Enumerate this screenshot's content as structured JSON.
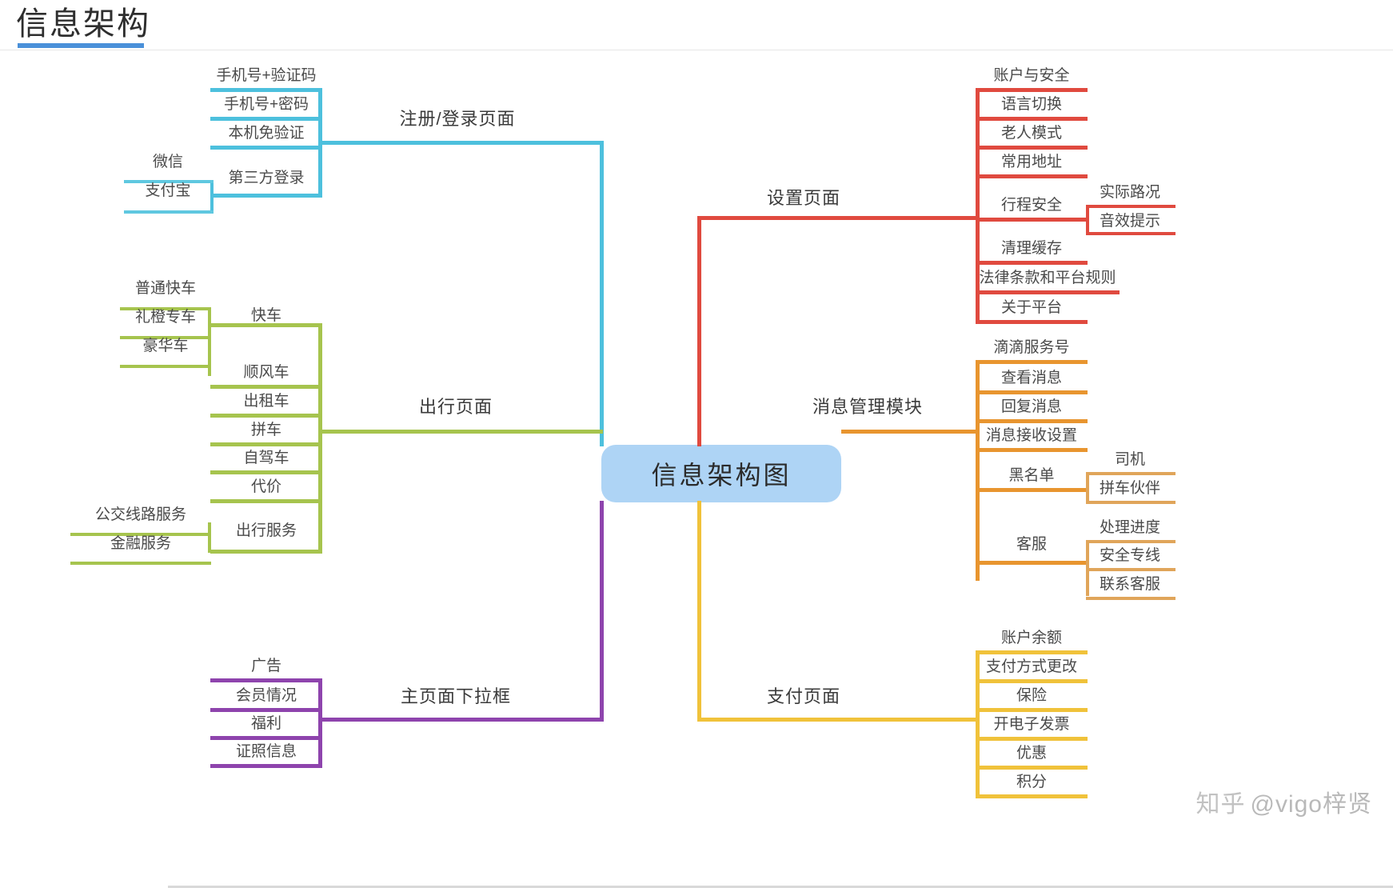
{
  "header": {
    "title": "信息架构",
    "underline_color": "#4a90d9"
  },
  "center": {
    "label": "信息架构图",
    "fill": "#aed4f5"
  },
  "watermark": {
    "prefix": "知乎",
    "handle": "@vigo梓贤"
  },
  "branches": [
    {
      "id": "register-login",
      "label": "注册/登录页面",
      "color": "#4dc0dd",
      "children": [
        {
          "label": "手机号+验证码",
          "children": []
        },
        {
          "label": "手机号+密码",
          "children": []
        },
        {
          "label": "本机免验证",
          "children": []
        },
        {
          "label": "第三方登录",
          "children": [
            {
              "label": "微信"
            },
            {
              "label": "支付宝"
            }
          ]
        }
      ]
    },
    {
      "id": "travel",
      "label": "出行页面",
      "color": "#a6c council",
      "children": []
    },
    {
      "id": "home-dropdown",
      "label": "主页面下拉框",
      "color": "#8e44ad",
      "children": [
        {
          "label": "广告"
        },
        {
          "label": "会员情况"
        },
        {
          "label": "福利"
        },
        {
          "label": "证照信息"
        }
      ]
    },
    {
      "id": "settings",
      "label": "设置页面",
      "color": "#e04a3f",
      "children": [
        {
          "label": "账户与安全"
        },
        {
          "label": "语言切换"
        },
        {
          "label": "老人模式"
        },
        {
          "label": "常用地址"
        },
        {
          "label": "行程安全",
          "children": [
            {
              "label": "实际路况"
            },
            {
              "label": "音效提示"
            }
          ]
        },
        {
          "label": "清理缓存"
        },
        {
          "label": "法律条款和平台规则"
        },
        {
          "label": "关于平台"
        }
      ]
    },
    {
      "id": "message",
      "label": "消息管理模块",
      "color": "#e8952f",
      "children": [
        {
          "label": "滴滴服务号"
        },
        {
          "label": "查看消息"
        },
        {
          "label": "回复消息"
        },
        {
          "label": "消息接收设置"
        },
        {
          "label": "黑名单",
          "children": [
            {
              "label": "司机"
            },
            {
              "label": "拼车伙伴"
            }
          ]
        },
        {
          "label": "客服",
          "children": [
            {
              "label": "处理进度"
            },
            {
              "label": "安全专线"
            },
            {
              "label": "联系客服"
            }
          ]
        }
      ]
    },
    {
      "id": "payment",
      "label": "支付页面",
      "color": "#f0c23a",
      "children": [
        {
          "label": "账户余额"
        },
        {
          "label": "支付方式更改"
        },
        {
          "label": "保险"
        },
        {
          "label": "开电子发票"
        },
        {
          "label": "优惠"
        },
        {
          "label": "积分"
        }
      ]
    }
  ],
  "travel_branch": {
    "label": "出行页面",
    "color": "#a8c martial",
    "items": [
      {
        "label": "快车",
        "children": [
          {
            "label": "普通快车"
          },
          {
            "label": "礼橙专车"
          },
          {
            "label": "豪华车"
          }
        ]
      },
      {
        "label": "顺风车"
      },
      {
        "label": "出租车"
      },
      {
        "label": "拼车"
      },
      {
        "label": "自驾车"
      },
      {
        "label": "代价"
      },
      {
        "label": "出行服务",
        "children": [
          {
            "label": "公交线路服务"
          },
          {
            "label": "金融服务"
          }
        ]
      }
    ]
  },
  "labels": {
    "register_login": "注册/登录页面",
    "travel_page": "出行页面",
    "home_dropdown": "主页面下拉框",
    "settings_page": "设置页面",
    "message_module": "消息管理模块",
    "payment_page": "支付页面",
    "phone_code": "手机号+验证码",
    "phone_password": "手机号+密码",
    "no_verify": "本机免验证",
    "third_party": "第三方登录",
    "wechat": "微信",
    "alipay": "支付宝",
    "express": "快车",
    "normal_express": "普通快车",
    "premier": "礼橙专车",
    "luxury": "豪华车",
    "hitch": "顺风车",
    "taxi": "出租车",
    "carpool": "拼车",
    "self_drive": "自驾车",
    "price": "代价",
    "travel_service": "出行服务",
    "bus_route": "公交线路服务",
    "finance_service": "金融服务",
    "ad": "广告",
    "membership": "会员情况",
    "welfare": "福利",
    "license_info": "证照信息",
    "account_security": "账户与安全",
    "language_switch": "语言切换",
    "elder_mode": "老人模式",
    "common_address": "常用地址",
    "trip_safety": "行程安全",
    "real_traffic": "实际路况",
    "sound_alert": "音效提示",
    "clear_cache": "清理缓存",
    "legal_terms": "法律条款和平台规则",
    "about_platform": "关于平台",
    "didi_service_no": "滴滴服务号",
    "view_message": "查看消息",
    "reply_message": "回复消息",
    "message_settings": "消息接收设置",
    "blacklist": "黑名单",
    "driver": "司机",
    "carpool_partner": "拼车伙伴",
    "customer_service": "客服",
    "progress": "处理进度",
    "safety_line": "安全专线",
    "contact_cs": "联系客服",
    "account_balance": "账户余额",
    "payment_change": "支付方式更改",
    "insurance": "保险",
    "e_invoice": "开电子发票",
    "discount": "优惠",
    "points": "积分"
  },
  "colors": {
    "cyan": "#4dc0dd",
    "green": "#a6c44e",
    "purple": "#8e44ad",
    "red": "#e04a3f",
    "orange": "#e8952f",
    "yellow": "#f0c23a",
    "center_fill": "#aed4f5",
    "title_underline": "#4a90d9"
  }
}
